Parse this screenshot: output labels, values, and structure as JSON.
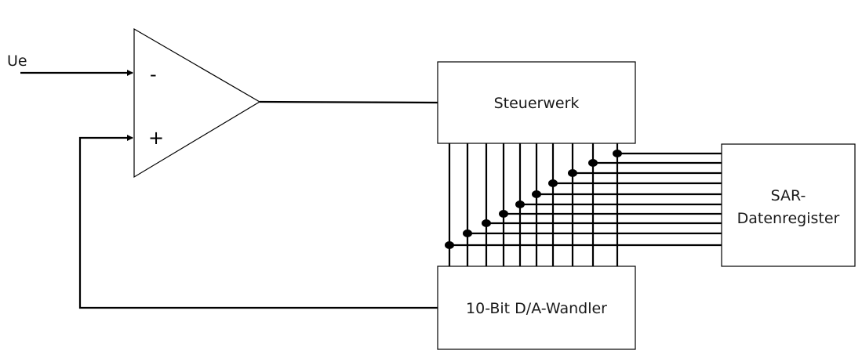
{
  "diagram": {
    "title": "SAR A/D converter block diagram",
    "input_label": "Ue",
    "comparator": {
      "inverting_sign": "-",
      "noninverting_sign": "+"
    },
    "blocks": {
      "control_unit": "Steuerwerk",
      "sar_register_line1": "SAR-",
      "sar_register_line2": "Datenregister",
      "dac": "10-Bit D/A-Wandler"
    },
    "bus": {
      "bit_count": 10
    },
    "colors": {
      "stroke": "#000000",
      "background": "#ffffff",
      "text": "#1a1a1a"
    }
  }
}
